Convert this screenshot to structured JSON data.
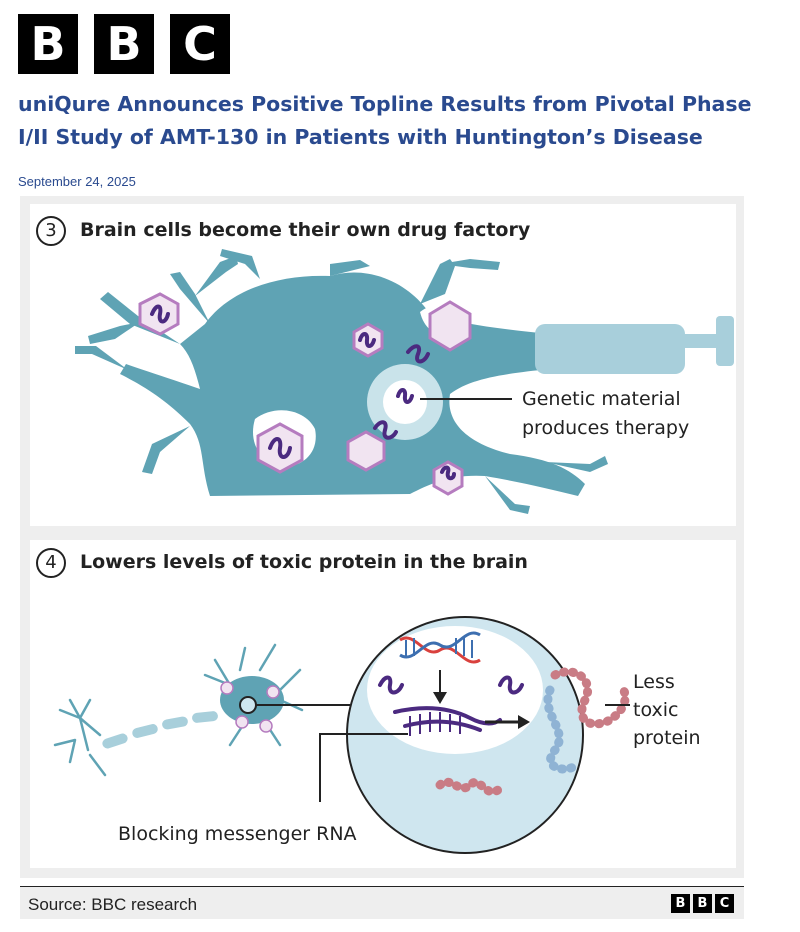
{
  "logo": {
    "letters": [
      "B",
      "B",
      "C"
    ]
  },
  "article": {
    "headline": "uniQure Announces Positive Topline Results from Pivotal Phase I/II Study of AMT-130 in Patients with Huntington’s Disease",
    "date": "September 24, 2025"
  },
  "figure": {
    "step3": {
      "number": "3",
      "title": "Brain cells become their own drug factory",
      "label_line1": "Genetic material",
      "label_line2": "produces therapy"
    },
    "step4": {
      "number": "4",
      "title": "Lowers levels of toxic protein in the brain",
      "label_less_line1": "Less",
      "label_less_line2": "toxic",
      "label_less_line3": "protein",
      "label_blocking": "Blocking messenger RNA"
    },
    "colors": {
      "neuron": "#5fa3b4",
      "virus_fill": "#f1e4f1",
      "virus_stroke": "#b57cbf",
      "rna": "#4b2a80",
      "dna_red": "#d9413d",
      "dna_blue": "#3d6fb0",
      "protein": "#c97c85",
      "cell_bg": "#cfe6ef"
    }
  },
  "footer": {
    "source": "Source: BBC research",
    "logo": [
      "B",
      "B",
      "C"
    ]
  }
}
